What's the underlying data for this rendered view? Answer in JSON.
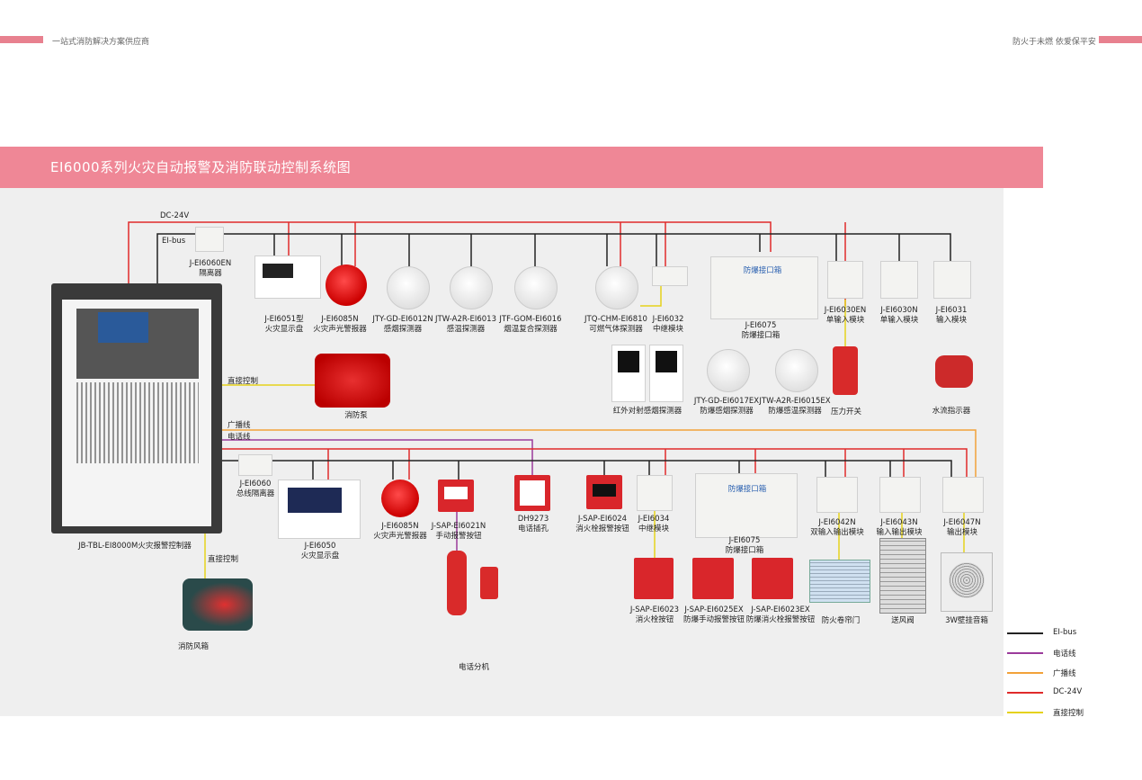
{
  "header": {
    "left_tagline": "一站式消防解决方案供应商",
    "right_tagline": "防火于未燃   依爱保平安"
  },
  "title": "EI6000系列火灾自动报警及消防联动控制系统图",
  "wire_labels": {
    "dc24v": "DC-24V",
    "eibus": "EI-bus",
    "direct_control_top": "直接控制",
    "broadcast": "广播线",
    "phone": "电话线",
    "direct_control_bottom": "直接控制"
  },
  "colors": {
    "eibus": "#222222",
    "phone": "#9b3b9b",
    "broadcast": "#f2a23a",
    "dc24v": "#e02a2a",
    "direct": "#e5d21c",
    "banner": "#ef8796"
  },
  "devices_top": [
    {
      "model": "J-EI6060EN",
      "name": "隔离器"
    },
    {
      "model": "J-EI6051型",
      "name": "火灾显示盘"
    },
    {
      "model": "J-EI6085N",
      "name": "火灾声光警报器"
    },
    {
      "model": "JTY-GD-EI6012N",
      "name": "感烟探测器"
    },
    {
      "model": "JTW-A2R-EI6013",
      "name": "感温探测器"
    },
    {
      "model": "JTF-GOM-EI6016",
      "name": "烟温复合探测器"
    },
    {
      "model": "JTQ-CHM-EI6810",
      "name": "可燃气体探测器"
    },
    {
      "model": "J-EI6032",
      "name": "中继模块"
    },
    {
      "model": "J-EI6075",
      "name": "防爆接口箱"
    },
    {
      "model": "J-EI6030EN",
      "name": "单输入模块"
    },
    {
      "model": "J-EI6030N",
      "name": "单输入模块"
    },
    {
      "model": "J-EI6031",
      "name": "输入模块"
    }
  ],
  "devices_mid": [
    {
      "name": "消防泵"
    },
    {
      "name": "红外对射感烟探测器"
    },
    {
      "model": "JTY-GD-EI6017EX",
      "name": "防爆感烟探测器"
    },
    {
      "model": "JTW-A2R-EI6015EX",
      "name": "防爆感温探测器"
    },
    {
      "name": "压力开关"
    },
    {
      "name": "水流指示器"
    }
  ],
  "box_label": "防爆接口箱",
  "controller": {
    "name": "JB-TBL-EI8000M火灾报警控制器"
  },
  "devices_bottom": [
    {
      "model": "J-EI6060",
      "name": "总线隔离器"
    },
    {
      "model": "J-EI6050",
      "name": "火灾显示盘"
    },
    {
      "model": "J-EI6085N",
      "name": "火灾声光警报器"
    },
    {
      "model": "J-SAP-EI6021N",
      "name": "手动报警按钮"
    },
    {
      "model": "DH9273",
      "name": "电话插孔"
    },
    {
      "model": "J-SAP-EI6024",
      "name": "消火栓报警按钮"
    },
    {
      "model": "J-EI6034",
      "name": "中继模块"
    },
    {
      "model": "J-EI6075",
      "name": "防爆接口箱"
    },
    {
      "model": "J-EI6042N",
      "name": "双输入输出模块"
    },
    {
      "model": "J-EI6043N",
      "name": "输入输出模块"
    },
    {
      "model": "J-EI6047N",
      "name": "输出模块"
    }
  ],
  "devices_low": [
    {
      "name": "消防风箱"
    },
    {
      "name": "电话分机"
    },
    {
      "model": "J-SAP-EI6023",
      "name": "消火栓按钮"
    },
    {
      "model": "J-SAP-EI6025EX",
      "name": "防爆手动报警按钮"
    },
    {
      "model": "J-SAP-EI6023EX",
      "name": "防爆消火栓报警按钮"
    },
    {
      "name": "防火卷帘门"
    },
    {
      "name": "送风阀"
    },
    {
      "name": "3W壁挂音箱"
    }
  ],
  "legend": [
    {
      "label": "EI-bus",
      "color": "#222222"
    },
    {
      "label": "电话线",
      "color": "#9b3b9b"
    },
    {
      "label": "广播线",
      "color": "#f2a23a"
    },
    {
      "label": "DC-24V",
      "color": "#e02a2a"
    },
    {
      "label": "直接控制",
      "color": "#e5d21c"
    }
  ]
}
